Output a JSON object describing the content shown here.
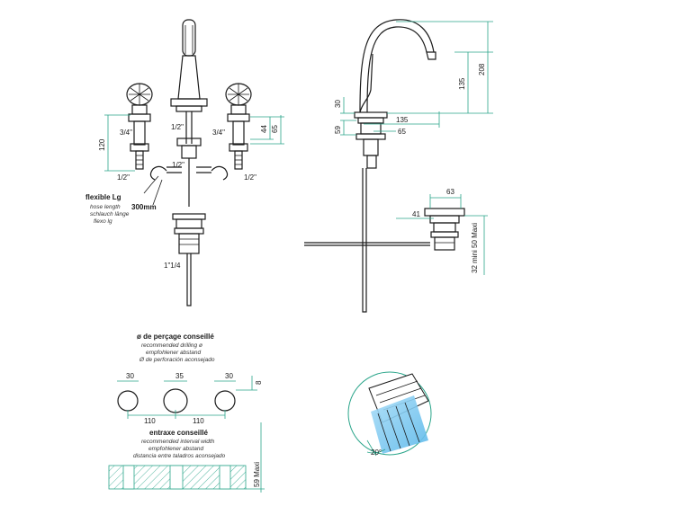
{
  "colors": {
    "line": "#1a1a1a",
    "dimension": "#2aa58a",
    "water": "#7ac8f0"
  },
  "front_view": {
    "thread_left": "3/4\"",
    "thread_right": "3/4\"",
    "thread_spout": "1/2\"",
    "thread_center": "1/2\"",
    "thread_bottom_left": "1/2\"",
    "thread_bottom_right": "1/2\"",
    "dim_height_left": "120",
    "dim_44": "44",
    "dim_65": "65",
    "drain_thread": "1\"1/4",
    "hose_title": "flexible Lg",
    "hose_en": "hose length",
    "hose_de": "schlauch länge",
    "hose_es": "flexo lg",
    "hose_length": "300mm"
  },
  "side_view": {
    "dim_30": "30",
    "dim_59": "59",
    "dim_135_horizontal": "135",
    "dim_65": "65",
    "dim_135_vertical": "135",
    "dim_208": "208",
    "dim_63": "63",
    "dim_41": "41",
    "dim_min_max": "32 mini\n50 Maxi"
  },
  "drilling": {
    "title": "ø de perçage conseillé",
    "en": "recommended drilling ø",
    "de": "empfohlener abstand",
    "es": "Ø de perforación aconsejado",
    "hole_left": "30",
    "hole_center": "35",
    "hole_right": "30",
    "dim_8": "8",
    "spacing_left": "110",
    "spacing_right": "110"
  },
  "spacing": {
    "title": "entraxe conseillé",
    "en": "recommended interval width",
    "de": "empfohlener abstand",
    "es": "distancia entre taladros aconsejado",
    "dim_59_maxi": "59 Maxi"
  },
  "spray": {
    "angle": "20°"
  }
}
